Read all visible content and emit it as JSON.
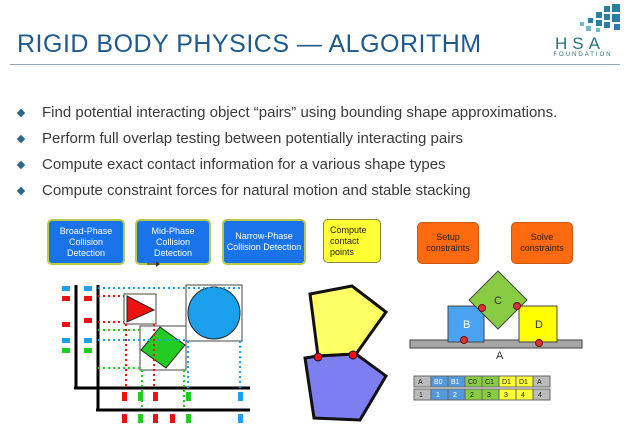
{
  "slide": {
    "title": "RIGID BODY PHYSICS — ALGORITHM",
    "logo_text": "HSA",
    "logo_subtext": "FOUNDATION",
    "bullets": [
      "Find potential interacting object “pairs” using bounding shape approximations.",
      "Perform full overlap testing between potentially interacting pairs",
      "Compute exact contact information for a various shape types",
      "Compute constraint forces for natural motion and stable stacking"
    ]
  },
  "pipeline": {
    "broad": "Broad-Phase Collision Detection",
    "mid": "Mid-Phase Collision Detection",
    "narrow": "Narrow-Phase Collision Detection",
    "contact": "Compute contact points",
    "setup": "Setup constraints",
    "solve": "Solve constraints"
  },
  "stacking": {
    "labels": {
      "a": "A",
      "b": "B",
      "c": "C",
      "d": "D"
    },
    "table": {
      "cells": [
        "A",
        "B0",
        "B1",
        "C0",
        "C1",
        "D1",
        "D1",
        "A"
      ],
      "indices": [
        "1",
        "1",
        "2",
        "2",
        "3",
        "3",
        "4",
        "4"
      ]
    }
  },
  "colors": {
    "title": "#1f5a8a",
    "box_blue": "#1a73e8",
    "box_yellow": "#ffff33",
    "box_orange": "#ff6a10",
    "body_blue": "#4aa3f0",
    "body_green": "#66cc33",
    "body_yellow": "#ffff00",
    "poly_blue": "#7d7ff0",
    "poly_yellow": "#ffff66"
  }
}
